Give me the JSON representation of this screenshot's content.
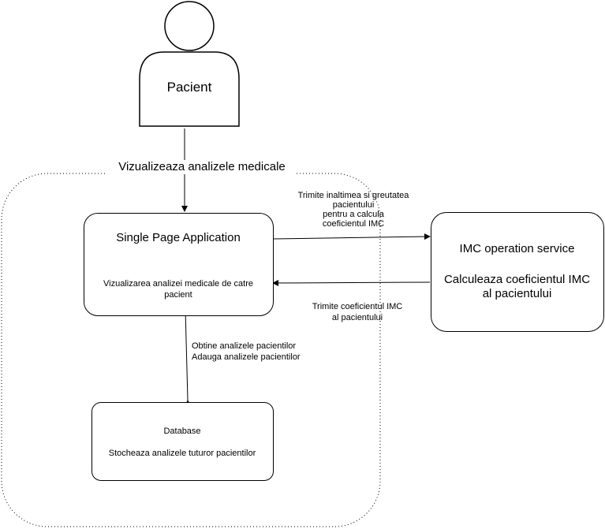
{
  "actor": {
    "label": "Pacient"
  },
  "edges": {
    "actor_to_spa": "Vizualizeaza analizele medicale",
    "spa_to_imc": [
      "Trimite inaltimea si greutatea",
      "pacientului",
      "pentru a calcula",
      "coeficientul IMC"
    ],
    "imc_to_spa": [
      "Trimite coeficientul IMC",
      "al pacientului"
    ],
    "spa_db": [
      "Obtine analizele pacientilor",
      "Adauga analizele pacientilor"
    ]
  },
  "spa": {
    "title": "Single Page Application",
    "description": [
      "Vizualizarea analizei medicale de catre",
      "pacient"
    ]
  },
  "imc_service": {
    "title": "IMC operation service",
    "description": [
      "Calculeaza coeficientul IMC",
      "al pacientului"
    ]
  },
  "database": {
    "title": "Database",
    "description": "Stocheaza analizele tuturor pacientilor"
  }
}
